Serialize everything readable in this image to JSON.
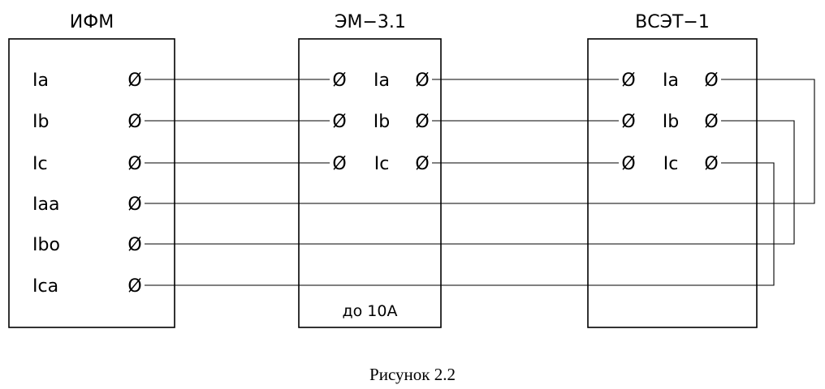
{
  "blocks": [
    {
      "id": "ifm",
      "title": "ИФМ",
      "terminals": [
        "Ia",
        "Ib",
        "Ic",
        "Iaa",
        "Ibo",
        "Ica"
      ],
      "note": ""
    },
    {
      "id": "em",
      "title": "ЭМ−3.1",
      "terminals": [
        "Ia",
        "Ib",
        "Ic"
      ],
      "note": "до 10А"
    },
    {
      "id": "vset",
      "title": "ВСЭТ−1",
      "terminals": [
        "Ia",
        "Ib",
        "Ic"
      ],
      "note": ""
    }
  ],
  "terminal_symbol": "Ø",
  "caption": "Рисунок 2.2"
}
